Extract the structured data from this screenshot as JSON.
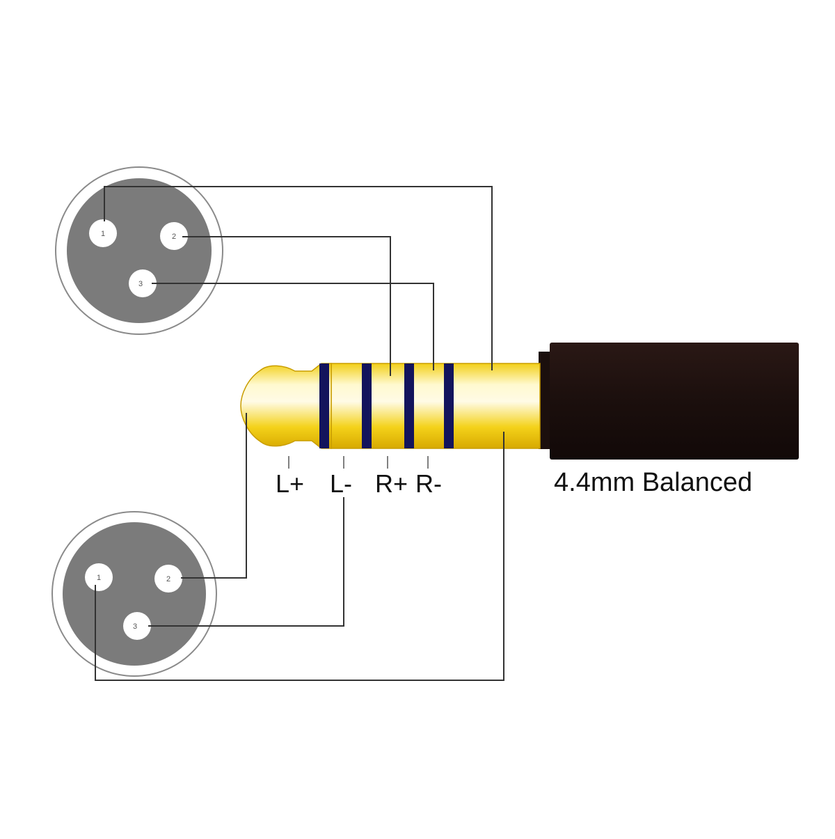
{
  "colors": {
    "connector_face": "#7b7b7b",
    "pin": "#ffffff",
    "plug_gold_light": "#fffbe0",
    "plug_gold": "#f4d21a",
    "plug_gold_dark": "#d6a800",
    "insulator_band": "#13145c",
    "housing": "#1b0f0d",
    "wire": "#333333"
  },
  "connector_top": {
    "pins": [
      "1",
      "2",
      "3"
    ]
  },
  "connector_bottom": {
    "pins": [
      "1",
      "2",
      "3"
    ]
  },
  "plug": {
    "contact_labels": [
      "L+",
      "L-",
      "R+",
      "R-"
    ],
    "caption": "4.4mm Balanced"
  }
}
